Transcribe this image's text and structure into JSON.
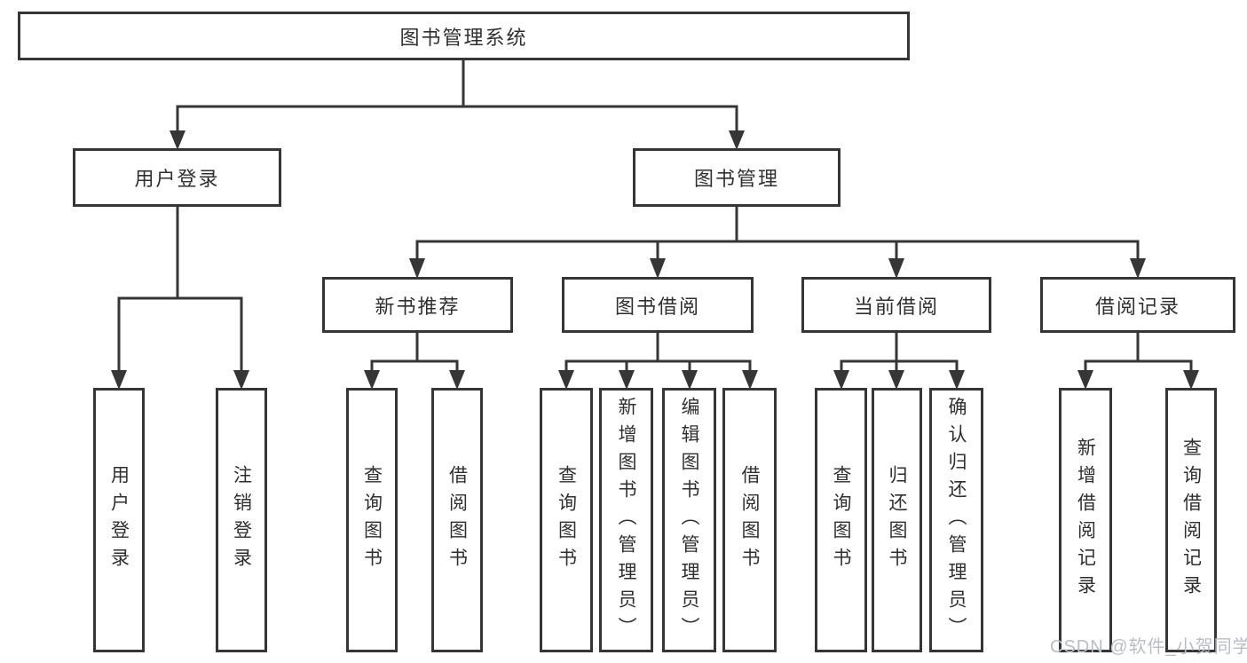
{
  "colors": {
    "line": "#363636",
    "box_border": "#363636",
    "text": "#2f2f2f",
    "watermark": "#b9bec5",
    "background": "#ffffff"
  },
  "watermark": {
    "text": "CSDN @软件_小贺同学"
  },
  "tree": {
    "label": "图书管理系统",
    "children": [
      {
        "label": "用户登录",
        "children": [
          {
            "label": "用户登录"
          },
          {
            "label": "注销登录"
          }
        ]
      },
      {
        "label": "图书管理",
        "children": [
          {
            "label": "新书推荐",
            "children": [
              {
                "label": "查询图书"
              },
              {
                "label": "借阅图书"
              }
            ]
          },
          {
            "label": "图书借阅",
            "children": [
              {
                "label": "查询图书"
              },
              {
                "label": "新增图书（管理员）"
              },
              {
                "label": "编辑图书（管理员）"
              },
              {
                "label": "借阅图书"
              }
            ]
          },
          {
            "label": "当前借阅",
            "children": [
              {
                "label": "查询图书"
              },
              {
                "label": "归还图书"
              },
              {
                "label": "确认归还（管理员）"
              }
            ]
          },
          {
            "label": "借阅记录",
            "children": [
              {
                "label": "新增借阅记录"
              },
              {
                "label": "查询借阅记录"
              }
            ]
          }
        ]
      }
    ]
  }
}
